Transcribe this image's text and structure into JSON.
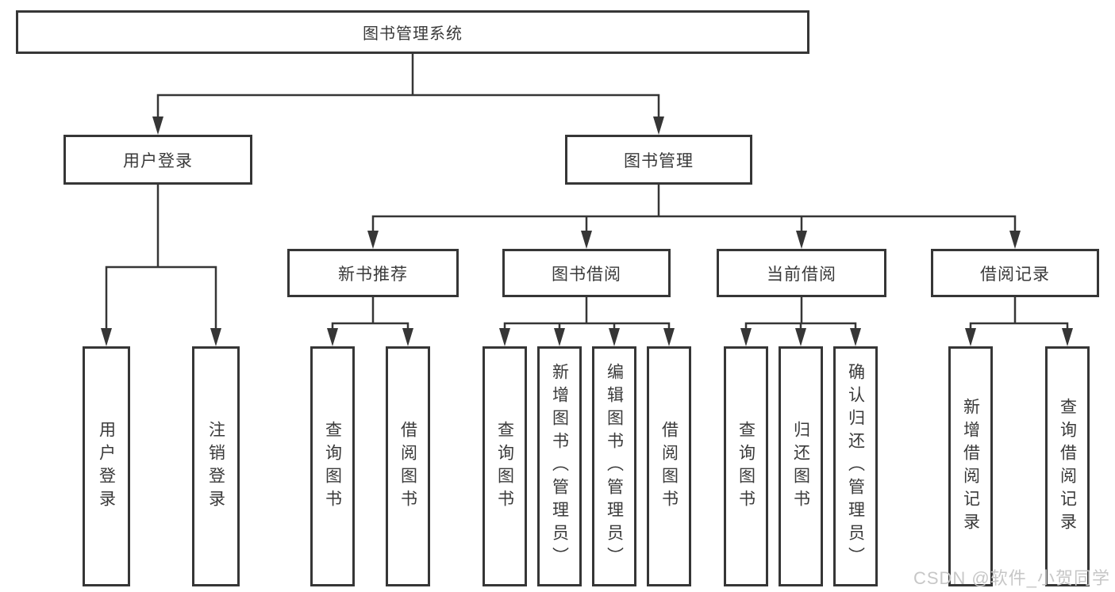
{
  "diagram_title": "图书管理系统",
  "colors": {
    "line": "#363636",
    "box_border": "#363636",
    "text": "#3a3a3a",
    "background": "#ffffff",
    "watermark": "#c7c7c7"
  },
  "nodes": {
    "root": "图书管理系统",
    "level2": [
      "用户登录",
      "图书管理"
    ],
    "level3": [
      "新书推荐",
      "图书借阅",
      "当前借阅",
      "借阅记录"
    ],
    "leaves": {
      "user_login": [
        "用户登录",
        "注销登录"
      ],
      "new_books": [
        "查询图书",
        "借阅图书"
      ],
      "book_borrowing": [
        "查询图书",
        "新增图书（管理员）",
        "编辑图书（管理员）",
        "借阅图书"
      ],
      "current_borrowing": [
        "查询图书",
        "归还图书",
        "确认归还（管理员）"
      ],
      "borrowing_records": [
        "新增借阅记录",
        "查询借阅记录"
      ]
    }
  },
  "hierarchy": {
    "图书管理系统": [
      "用户登录",
      "图书管理"
    ],
    "用户登录": [
      "用户登录",
      "注销登录"
    ],
    "图书管理": [
      "新书推荐",
      "图书借阅",
      "当前借阅",
      "借阅记录"
    ],
    "新书推荐": [
      "查询图书",
      "借阅图书"
    ],
    "图书借阅": [
      "查询图书",
      "新增图书（管理员）",
      "编辑图书（管理员）",
      "借阅图书"
    ],
    "当前借阅": [
      "查询图书",
      "归还图书",
      "确认归还（管理员）"
    ],
    "借阅记录": [
      "新增借阅记录",
      "查询借阅记录"
    ]
  },
  "watermark": {
    "text": "CSDN @软件_小贺同学"
  }
}
